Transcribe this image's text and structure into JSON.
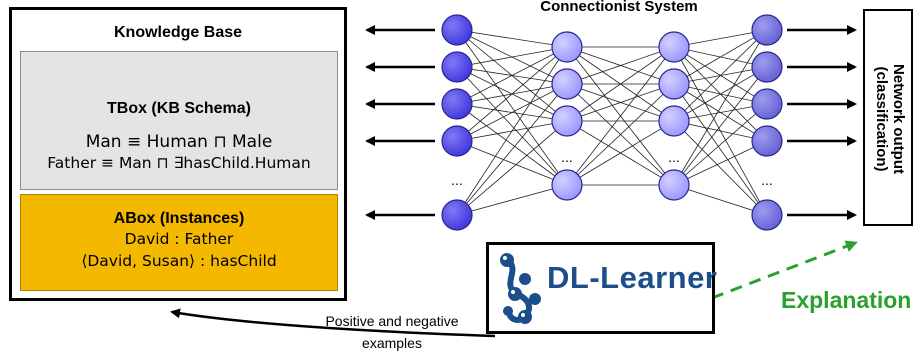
{
  "knowledge_base": {
    "title": "Knowledge Base",
    "tbox": {
      "title": "TBox (KB Schema)",
      "axioms": [
        "Man ≡ Human ⊓ Male",
        "Father ≡ Man ⊓ ∃hasChild.Human"
      ]
    },
    "abox": {
      "title": "ABox (Instances)",
      "assertions": [
        "David : Father",
        "⟨David, Susan⟩ : hasChild"
      ]
    }
  },
  "network": {
    "title": "Connectionist System",
    "ellipsis": "...",
    "output_label_line1": "Network output",
    "output_label_line2": "(classification)",
    "colors": {
      "input": "#3f36dd",
      "hidden": "#9a96ff",
      "output": "#6360d4"
    }
  },
  "dl_learner": {
    "name": "DL-Learner",
    "color": "#1b4e8a"
  },
  "explanation": {
    "label": "Explanation",
    "color": "#2ca02c"
  },
  "feedback": {
    "line1": "Positive and negative",
    "line2": "examples"
  }
}
